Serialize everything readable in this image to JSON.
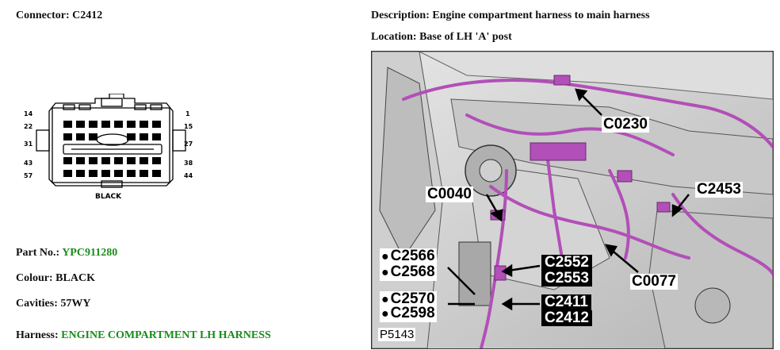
{
  "header": {
    "connector_label": "Connector:",
    "connector_value": "C2412",
    "description_label": "Description:",
    "description_value": "Engine compartment harness to main harness",
    "location_label": "Location:",
    "location_value": "Base of LH 'A' post"
  },
  "connector": {
    "pins": {
      "p14": "14",
      "p1": "1",
      "p22": "22",
      "p15": "15",
      "p31": "31",
      "p27": "27",
      "p43": "43",
      "p38": "38",
      "p57": "57",
      "p44": "44"
    },
    "colour_caption": "BLACK"
  },
  "details": {
    "part_label": "Part No.:",
    "part_value": "YPC911280",
    "colour_label": "Colour:",
    "colour_value": "BLACK",
    "cavities_label": "Cavities:",
    "cavities_value": "57WY",
    "harness_label": "Harness:",
    "harness_value": "ENGINE COMPARTMENT LH HARNESS"
  },
  "diagram": {
    "callouts": {
      "c0230": "C0230",
      "c0040": "C0040",
      "c2453": "C2453",
      "c0077": "C0077",
      "c2566": "C2566",
      "c2568": "C2568",
      "c2570": "C2570",
      "c2598": "C2598",
      "c2552": "C2552",
      "c2553": "C2553",
      "c2411": "C2411",
      "c2412": "C2412"
    },
    "figure_code": "P5143"
  },
  "colors": {
    "green_value": "#1a8c1a",
    "harness": "#b24fb8"
  }
}
